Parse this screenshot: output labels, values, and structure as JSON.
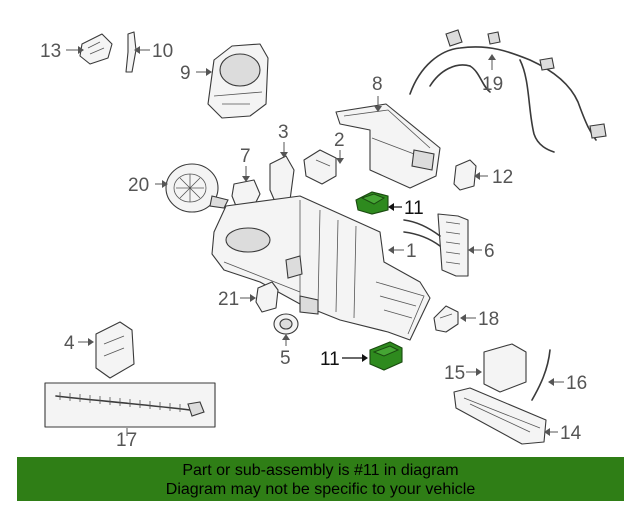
{
  "callouts": {
    "c1": "1",
    "c2": "2",
    "c3": "3",
    "c4": "4",
    "c5": "5",
    "c6": "6",
    "c7": "7",
    "c8": "8",
    "c9": "9",
    "c10": "10",
    "c11a": "11",
    "c11b": "11",
    "c12": "12",
    "c13": "13",
    "c14": "14",
    "c15": "15",
    "c16": "16",
    "c17": "17",
    "c18": "18",
    "c19": "19",
    "c20": "20",
    "c21": "21"
  },
  "highlighted_part": "11",
  "colors": {
    "highlight": "#2e8a1e",
    "banner": "#2f7e16"
  },
  "banner": {
    "line1": "Part or sub-assembly is #11 in diagram",
    "line2": "Diagram may not be specific to your vehicle"
  }
}
